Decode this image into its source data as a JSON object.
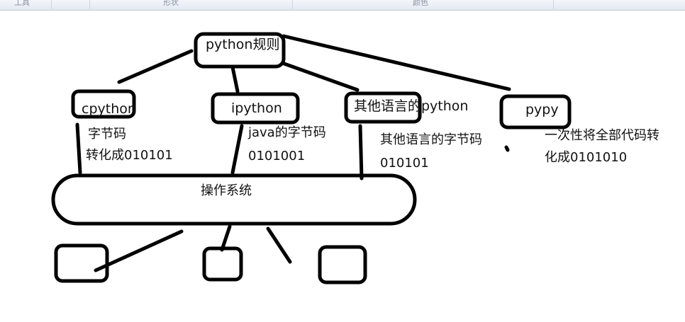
{
  "ribbon": {
    "groups": [
      "工具",
      "形状",
      "颜色"
    ]
  },
  "diagram": {
    "root": "python规则",
    "nodes": {
      "cpython": "cpython",
      "ipython": "ipython",
      "other": "其他语言的python",
      "pypy": "pypy",
      "os": "操作系统"
    },
    "notes": {
      "cpython_line1": "字节码",
      "cpython_line2": "转化成010101",
      "ipython_line1": "java的字节码",
      "ipython_line2": "0101001",
      "other_line1": "其他语言的字节码",
      "other_line2": "010101",
      "pypy_line1": "一次性将全部代码转",
      "pypy_line2": "化成0101010"
    },
    "stroke_color": "#000000"
  }
}
